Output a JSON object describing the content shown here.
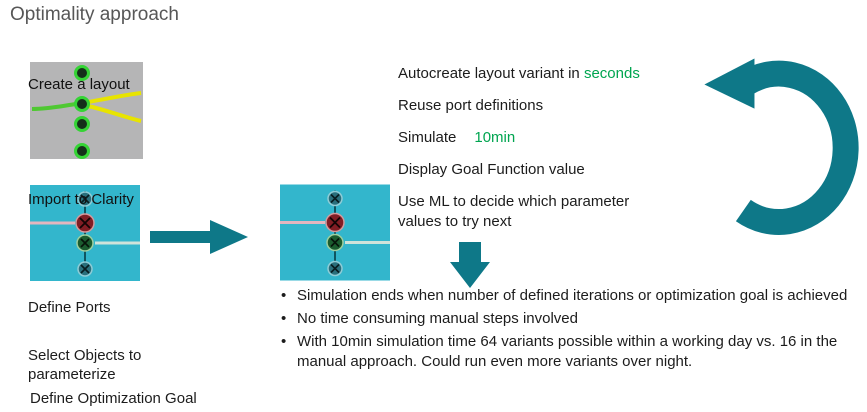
{
  "title": "Optimality approach",
  "left_column": {
    "create_layout_caption": "Create a layout",
    "import_clarity_caption": "Import to Clarity",
    "define_ports": "Define Ports",
    "select_objects": "Select Objects to parameterize",
    "define_optimization_goal": "Define Optimization Goal"
  },
  "loop_steps": {
    "autocreate_prefix": "Autocreate layout variant in ",
    "autocreate_highlight": "seconds",
    "reuse_ports": "Reuse port definitions",
    "simulate_prefix": "Simulate",
    "simulate_highlight": "10min",
    "display_goal": "Display Goal Function value",
    "use_ml": "Use ML to decide which parameter values to try next"
  },
  "bullets": [
    "Simulation ends when number of defined iterations or optimization goal is achieved",
    "No time consuming manual steps involved",
    "With 10min simulation time 64 variants possible within a working day vs. 16 in the manual approach. Could run even more variants over night."
  ],
  "icons": {
    "right_arrow": "flow-arrow-right",
    "down_arrow": "flow-arrow-down",
    "loop_arrow": "iteration-loop-arrow"
  },
  "colors": {
    "teal": "#0e7888",
    "green": "#00a550",
    "cyan": "#33b6cc",
    "graythumb": "#b5b5b6",
    "text": "#1c1c1c",
    "title": "#575757"
  }
}
